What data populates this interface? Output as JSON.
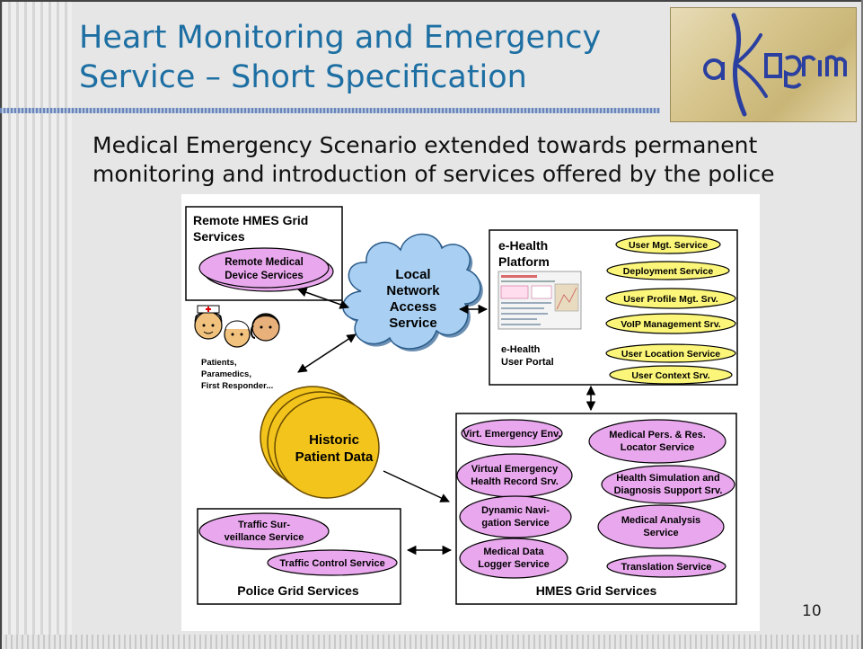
{
  "slide": {
    "title_line1": "Heart Monitoring and Emergency",
    "title_line2": "Service – Short Specification",
    "subtitle_line1": "Medical Emergency Scenario extended towards permanent",
    "subtitle_line2": "monitoring and introduction of services offered by the police",
    "page_number": "10",
    "logo_text": "akogrimo"
  },
  "diagram": {
    "remote_hmes": {
      "title_line1": "Remote HMES Grid",
      "title_line2": "Services",
      "service_line1": "Remote Medical",
      "service_line2": "Device Services"
    },
    "local_network": {
      "line1": "Local",
      "line2": "Network",
      "line3": "Access",
      "line4": "Service"
    },
    "patients": {
      "line1": "Patients,",
      "line2": "Paramedics,",
      "line3": "First Responder..."
    },
    "ehealth": {
      "title_line1": "e-Health",
      "title_line2": "Platform",
      "portal_line1": "e-Health",
      "portal_line2": "User Portal",
      "services": [
        "User Mgt. Service",
        "Deployment Service",
        "User Profile Mgt. Srv.",
        "VoIP Management Srv.",
        "User Location Service",
        "User Context Srv."
      ]
    },
    "historic": {
      "line1": "Historic",
      "line2": "Patient Data"
    },
    "hmes": {
      "title": "HMES Grid Services",
      "virt_emergency": "Virt. Emergency Env.",
      "med_pers_line1": "Medical Pers. & Res.",
      "med_pers_line2": "Locator Service",
      "veh_line1": "Virtual Emergency",
      "veh_line2": "Health Record Srv.",
      "health_sim_line1": "Health Simulation and",
      "health_sim_line2": "Diagnosis Support Srv.",
      "dyn_nav_line1": "Dynamic Navi-",
      "dyn_nav_line2": "gation Service",
      "med_analysis_line1": "Medical Analysis",
      "med_analysis_line2": "Service",
      "logger_line1": "Medical Data",
      "logger_line2": "Logger Service",
      "translation": "Translation Service"
    },
    "police": {
      "title": "Police Grid Services",
      "traffic_surv_line1": "Traffic Sur-",
      "traffic_surv_line2": "veillance Service",
      "traffic_control": "Traffic Control Service"
    },
    "colors": {
      "lilac": "#e9a8ee",
      "yellow": "#fbf67a",
      "cloud": "#a9d0f2",
      "historic": "#f2c41c"
    }
  }
}
